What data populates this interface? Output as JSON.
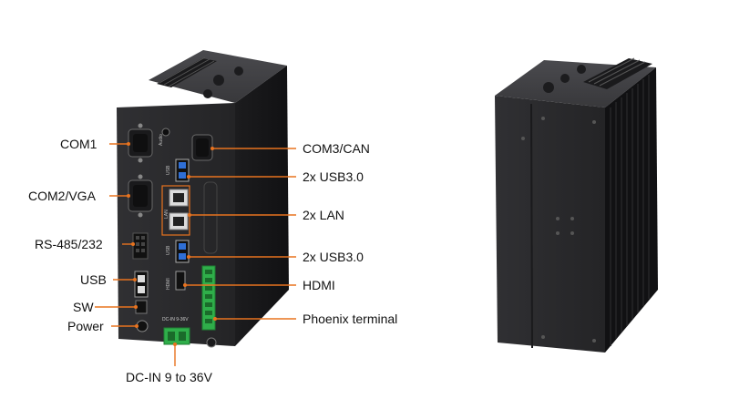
{
  "left_labels": {
    "com1": "COM1",
    "com2vga": "COM2/VGA",
    "rs485": "RS-485/232",
    "usb": "USB",
    "sw": "SW",
    "power": "Power"
  },
  "right_labels": {
    "com3can": "COM3/CAN",
    "usb3_top": "2x USB3.0",
    "lan": "2x LAN",
    "usb3_bottom": "2x USB3.0",
    "hdmi": "HDMI",
    "phoenix": "Phoenix terminal"
  },
  "bottom_label": {
    "dcin": "DC-IN 9 to 36V"
  },
  "device_markings": {
    "audio": "Audio",
    "usb": "USB",
    "lan": "LAN",
    "hdmi": "HDMI",
    "dcin": "DC-IN 9-36V"
  },
  "colors": {
    "callout": "#e8731f",
    "chassis": "#2b2b2d",
    "port_blue": "#2f6fd6",
    "terminal_green": "#2fae4a"
  }
}
